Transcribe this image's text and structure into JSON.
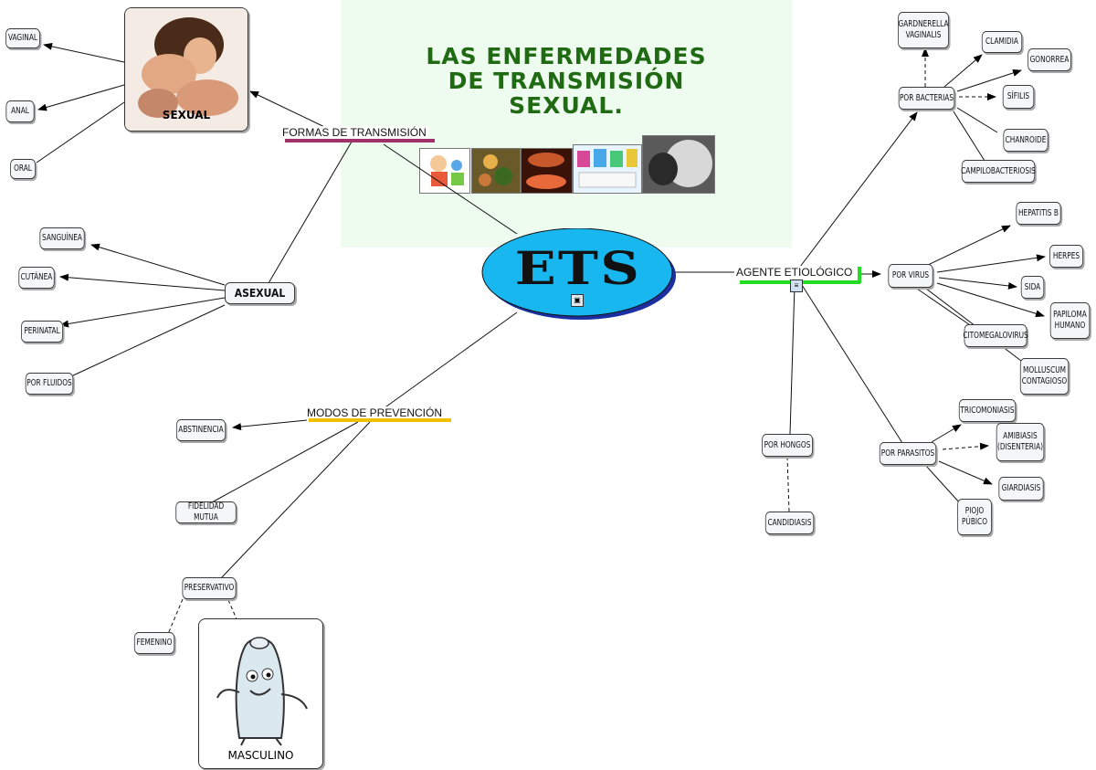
{
  "title": {
    "lines": [
      "LAS ENFERMEDADES",
      "DE TRANSMISIÓN",
      "SEXUAL."
    ]
  },
  "center": {
    "label": "ETS"
  },
  "formas": {
    "label": "FORMAS DE TRANSMISIÓN",
    "sexual": {
      "label": "SEXUAL",
      "children": [
        "VAGINAL",
        "ANAL",
        "ORAL"
      ]
    },
    "asexual": {
      "label": "ASEXUAL",
      "children": [
        "SANGUÍNEA",
        "CUTÁNEA",
        "PERINATAL",
        "POR FLUIDOS"
      ]
    }
  },
  "modos": {
    "label": "MODOS DE PREVENCIÓN",
    "children": [
      "ABSTINENCIA",
      "FIDELIDAD MUTUA"
    ],
    "preservativo": {
      "label": "PRESERVATIVO",
      "children": [
        "FEMENINO",
        "MASCULINO"
      ]
    }
  },
  "agente": {
    "label": "AGENTE ETIOLÓGICO",
    "bacterias": {
      "label": "POR BACTERIAS",
      "children": [
        "GARDNERELLA VAGINALIS",
        "CLAMIDIA",
        "GONORREA",
        "SÍFILIS",
        "CHANROIDE",
        "CAMPILOBACTERIOSIS"
      ]
    },
    "virus": {
      "label": "POR VIRUS",
      "children": [
        "HEPATITIS B",
        "HERPES",
        "SIDA",
        "PAPILOMA HUMANO",
        "CITOMEGALOVIRUS",
        "MOLLUSCUM CONTAGIOSO"
      ]
    },
    "hongos": {
      "label": "POR HONGOS",
      "children": [
        "CANDIDIASIS"
      ]
    },
    "parasitos": {
      "label": "POR PARASITOS",
      "children": [
        "TRICOMONIASIS",
        "AMIBIASIS (DISENTERIA)",
        "GIARDIASIS",
        "PIOJO PÚBICO"
      ]
    }
  },
  "colors": {
    "formas_underline": "#a0306a",
    "modos_underline": "#f0c000",
    "agente_underline": "#22dd22",
    "title_green": "#1f6a12",
    "center_fill": "#19b7f0",
    "center_shadow": "#1b2fa0"
  }
}
